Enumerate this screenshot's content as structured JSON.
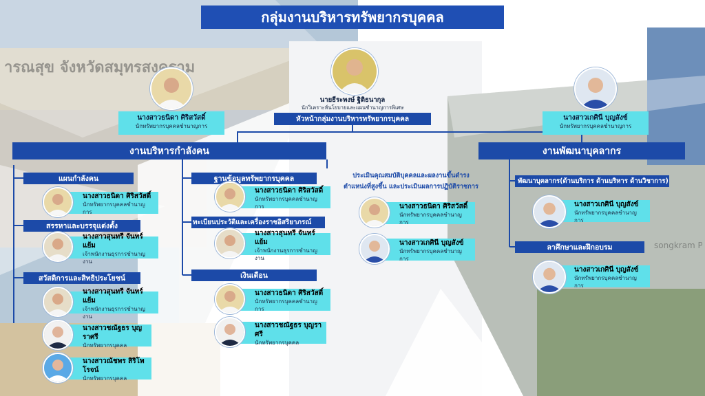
{
  "title": "กลุ่มงานบริหารทรัพยากรบุคคล",
  "head": {
    "name": "นายธีระพงษ์ ฐิติธนากุล",
    "position": "นักวิเคราะห์นโยบายและแผนชำนาญการพิเศษ",
    "role": "หัวหน้ากลุ่มงานบริหารทรัพยากรบุคคล"
  },
  "top_left_person": {
    "name": "นางสาวธนิดา ศิริสวัสดิ์",
    "position": "นักทรัพยากรบุคคลชำนาญการ"
  },
  "top_right_person": {
    "name": "นางสาวเกศินี บุญสังข์",
    "position": "นักทรัพยากรบุคคลชำนาญการ"
  },
  "left_division": "งานบริหารกำลังคน",
  "right_division": "งานพัฒนาบุคลากร",
  "sections": {
    "manpower": "แผนกำลังคน",
    "recruit": "สรรหาและบรรจุแต่งตั้ง",
    "welfare": "สวัสดิการและสิทธิประโยชน์",
    "database": "ฐานข้อมูลทรัพยากรบุคคล",
    "registry": "ทะเบียนประวัติและเครื่องราชอิสริยาภรณ์",
    "salary": "เงินเดือน",
    "evaluation_line1": "ประเมินคุณสมบัติบุคคลและผลงานขึ้นดำรง",
    "evaluation_line2": "ตำแหน่งที่สูงขึ้น และประเมินผลการปฏิบัติราชการ",
    "develop": "พัฒนาบุคลากร(ด้านบริการ ด้านบริหาร ด้านวิชาการ)",
    "training": "ลาศึกษาและฝึกอบรม"
  },
  "people": {
    "p1": {
      "name": "นางสาวธนิดา ศิริสวัสดิ์",
      "position": "นักทรัพยากรบุคคลชำนาญการ"
    },
    "p2": {
      "name": "นางสาวสุนทรี จันทร์แย้ม",
      "position": "เจ้าพนักงานธุรการชำนาญงาน"
    },
    "p3": {
      "name": "นางสาวสุนทรี จันทร์แย้ม",
      "position": "เจ้าพนักงานธุรการชำนาญงาน"
    },
    "p4": {
      "name": "นางสาวชณัฐธร บุญราศรี",
      "position": "นักทรัพยากรบุคคล"
    },
    "p5": {
      "name": "นางสาวณัชพร สิริโพโรจน์",
      "position": "นักทรัพยากรบุคคล"
    },
    "p6": {
      "name": "นางสาวธนิดา ศิริสวัสดิ์",
      "position": "นักทรัพยากรบุคคลชำนาญการ"
    },
    "p7": {
      "name": "นางสาวสุนทรี จันทร์แย้ม",
      "position": "เจ้าพนักงานธุรการชำนาญงาน"
    },
    "p8": {
      "name": "นางสาวธนิดา ศิริสวัสดิ์",
      "position": "นักทรัพยากรบุคคลชำนาญการ"
    },
    "p9": {
      "name": "นางสาวชณัฐธร บุญราศรี",
      "position": "นักทรัพยากรบุคคล"
    },
    "p10": {
      "name": "นางสาวธนิดา ศิริสวัสดิ์",
      "position": "นักทรัพยากรบุคคลชำนาญการ"
    },
    "p11": {
      "name": "นางสาวเกศินี บุญสังข์",
      "position": "นักทรัพยากรบุคคลชำนาญการ"
    },
    "p12": {
      "name": "นางสาวเกศินี บุญสังข์",
      "position": "นักทรัพยากรบุคคลชำนาญการ"
    },
    "p13": {
      "name": "นางสาวเกศินี บุญสังข์",
      "position": "นักทรัพยากรบุคคลชำนาญการ"
    }
  },
  "background_sign_text": "ารณสุข จังหวัดสมุทรสงคราม",
  "background_sign_text_right": "songkram P",
  "colors": {
    "primary": "#1c4aa8",
    "cyan": "#5fe0ea",
    "title": "#1f4fb4"
  }
}
